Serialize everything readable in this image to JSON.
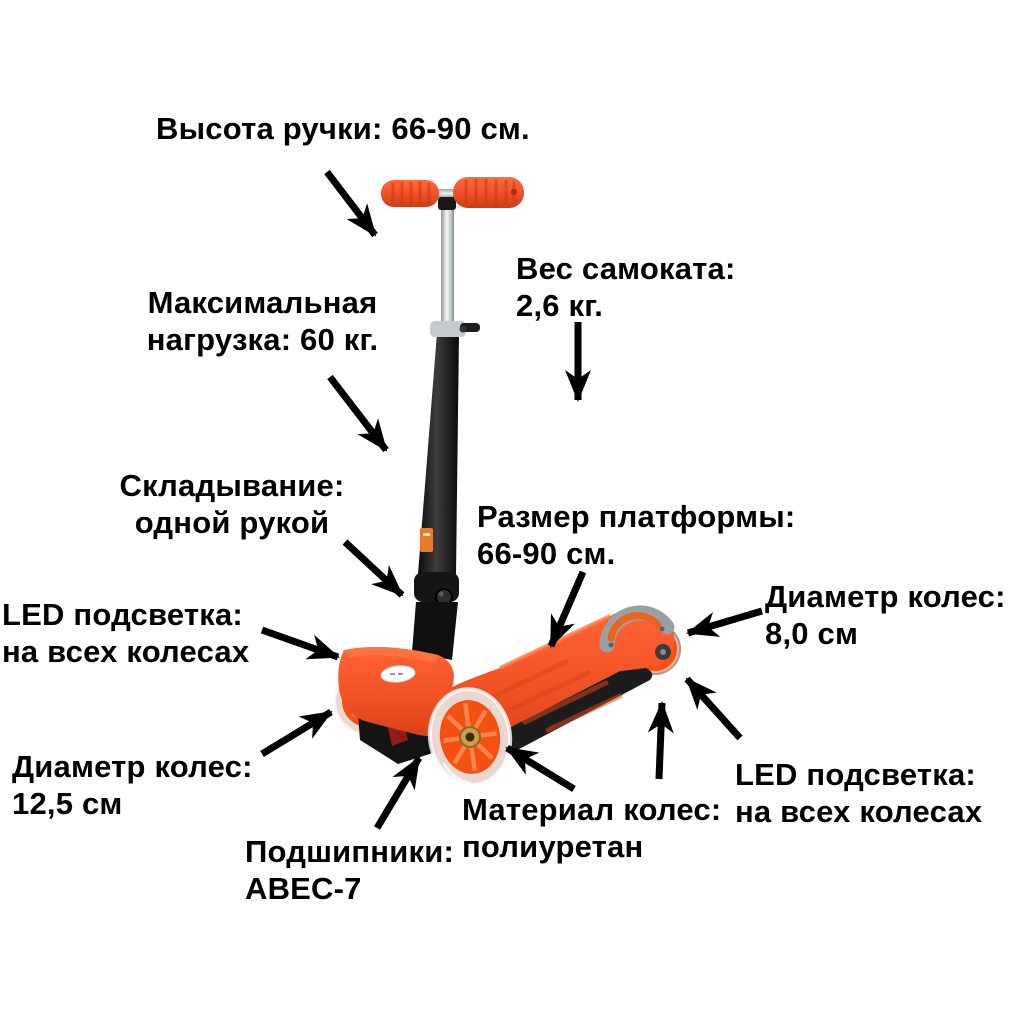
{
  "labels": {
    "handle_height": {
      "text": "Высота ручки: 66-90 см."
    },
    "max_load": {
      "line1": "Максимальная",
      "line2": "нагрузка: 60 кг."
    },
    "weight": {
      "line1": "Вес самоката:",
      "line2": "2,6 кг."
    },
    "folding": {
      "line1": "Складывание:",
      "line2": "одной рукой"
    },
    "platform_size": {
      "line1": "Размер платформы:",
      "line2": "66-90 см."
    },
    "led_left": {
      "line1": "LED подсветка:",
      "line2": "на всех колесах"
    },
    "wheel_diameter_front": {
      "line1": "Диаметр колес:",
      "line2": "12,5 см"
    },
    "wheel_diameter_rear": {
      "line1": "Диаметр колес:",
      "line2": "8,0 см"
    },
    "led_right": {
      "line1": "LED подсветка:",
      "line2": "на всех колесах"
    },
    "bearings": {
      "line1": "Подшипники:",
      "line2": "ABEC-7"
    },
    "wheel_material": {
      "line1": "Материал колес:",
      "line2": "полиуретан"
    }
  },
  "colors": {
    "background": "#FFFFFF",
    "text": "#000000",
    "arrow": "#000000",
    "orange": "#F05123",
    "wheel": "#F4500F",
    "stem": "#161616",
    "chrome": "#D6DADD",
    "brake": "#9AA0A2"
  }
}
